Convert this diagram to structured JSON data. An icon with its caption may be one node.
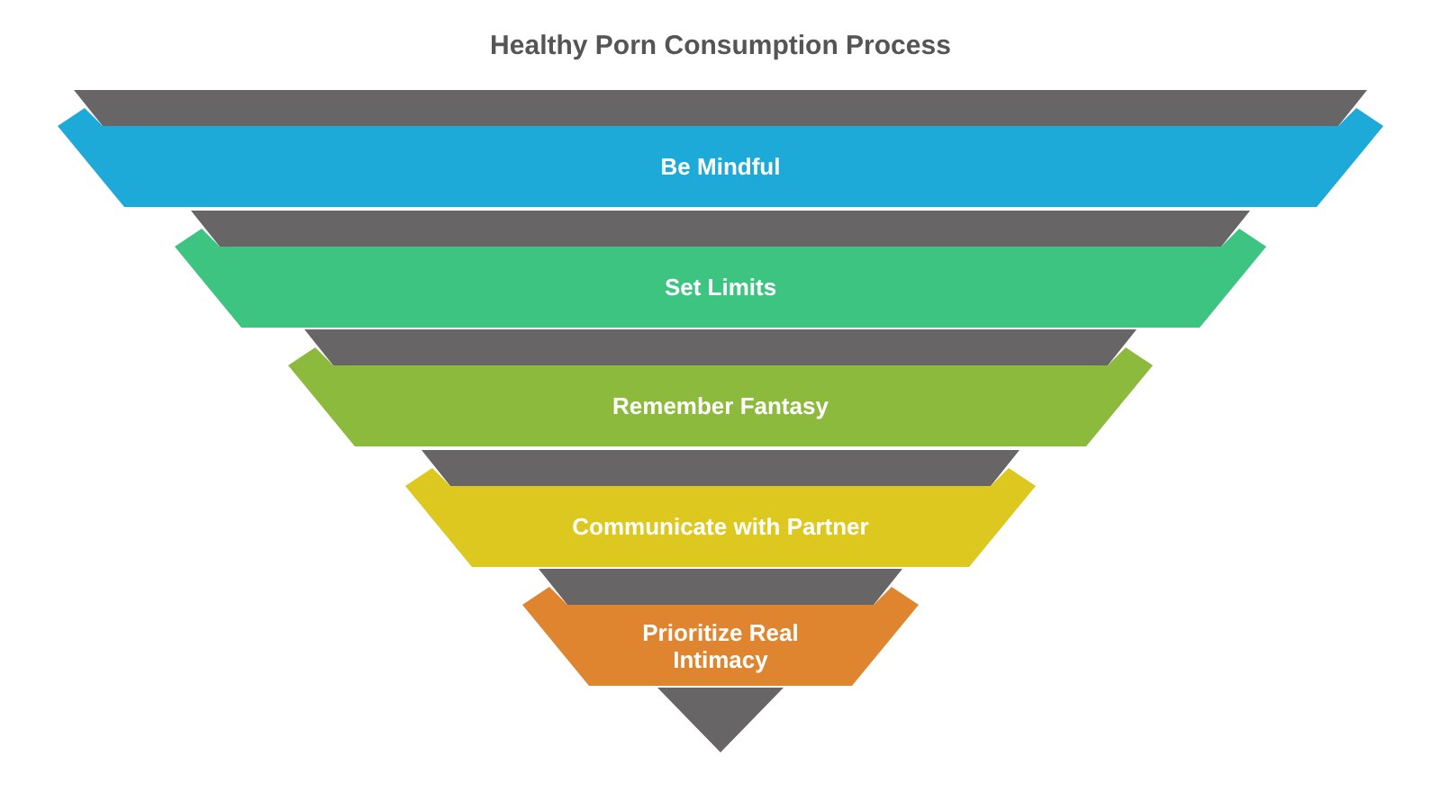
{
  "diagram": {
    "title": "Healthy Porn Consumption Process",
    "nodes": [
      {
        "text": [
          "Be Mindful"
        ]
      },
      {
        "text": [
          "Set Limits"
        ]
      },
      {
        "text": [
          "Remember Fantasy"
        ]
      },
      {
        "text": [
          "Communicate with Partner"
        ]
      },
      {
        "text": [
          "Prioritize Real Intimacy"
        ]
      }
    ]
  }
}
